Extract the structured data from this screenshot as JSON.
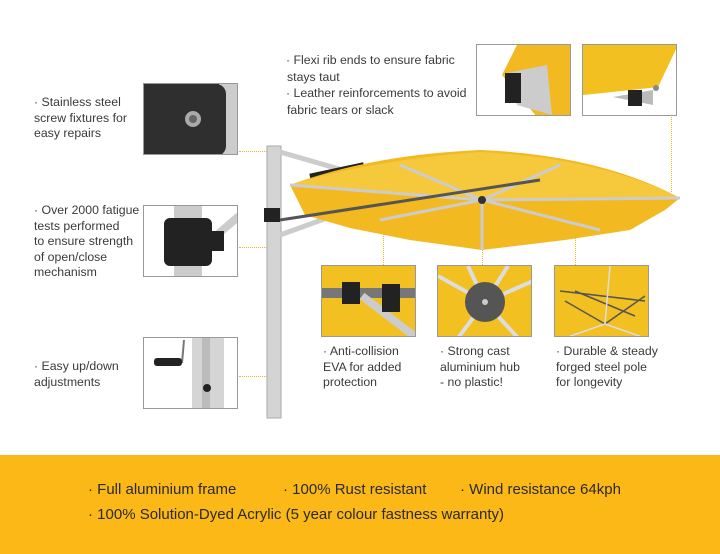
{
  "callouts": {
    "screw": [
      "· Stainless steel",
      "screw fixtures for",
      "easy repairs"
    ],
    "fatigue": [
      "· Over 2000 fatigue",
      "tests performed",
      "to ensure strength",
      "of open/close",
      "mechanism"
    ],
    "adjust": [
      "· Easy up/down",
      "adjustments"
    ],
    "flexi": [
      "· Flexi rib ends to ensure fabric",
      "stays taut",
      "· Leather reinforcements to avoid",
      "fabric tears or slack"
    ],
    "eva": [
      "· Anti-collision",
      "EVA for added",
      "protection"
    ],
    "hub": [
      "· Strong cast",
      "aluminium hub",
      "- no plastic!"
    ],
    "pole": [
      "· Durable & steady",
      "forged steel pole",
      "for longevity"
    ]
  },
  "banner": {
    "f1": "· Full aluminium frame",
    "f2": "· 100% Rust resistant",
    "f3": "· Wind resistance 64kph",
    "f4": "· 100% Solution-Dyed Acrylic (5 year colour fastness warranty)"
  },
  "colors": {
    "accent": "#fbb817",
    "canopy": "#f2b921"
  }
}
